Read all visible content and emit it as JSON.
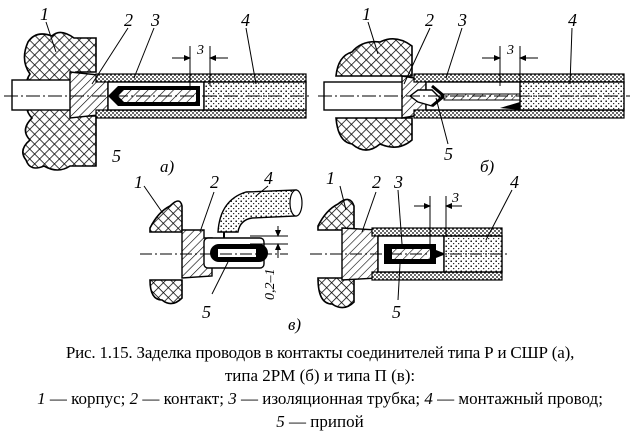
{
  "figure": {
    "labels": {
      "housing": "1",
      "contact": "2",
      "tube": "3",
      "wire": "4",
      "solder": "5"
    },
    "dimension_3": "3",
    "dimension_02_1": "0,2–1",
    "sub_a": "а)",
    "sub_b": "б)",
    "sub_v": "в)"
  },
  "caption": {
    "line1": "Рис. 1.15. Заделка проводов в контакты соединителей типа Р и СШР (а),",
    "line2": "типа 2РМ (б) и типа П (в):",
    "legend": [
      {
        "num": "1",
        "text": "корпус;"
      },
      {
        "num": "2",
        "text": "контакт;"
      },
      {
        "num": "3",
        "text": "изоляционная трубка;"
      },
      {
        "num": "4",
        "text": "монтажный провод;"
      },
      {
        "num": "5",
        "text": "припой"
      }
    ],
    "dash": "—"
  }
}
